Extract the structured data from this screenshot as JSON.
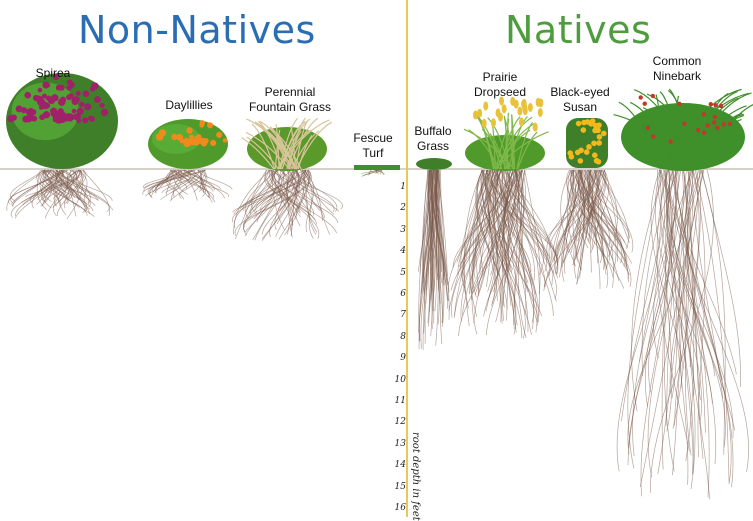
{
  "headings": {
    "left": "Non-Natives",
    "right": "Natives",
    "left_color": "#2a6db3",
    "right_color": "#4f9c3e"
  },
  "plants": [
    {
      "name": "Spirea",
      "group": "non-native",
      "flower": "magenta"
    },
    {
      "name": "Daylillies",
      "group": "non-native",
      "flower": "orange"
    },
    {
      "name": "Perennial Fountain Grass",
      "group": "non-native",
      "flower": "cream"
    },
    {
      "name": "Fescue Turf",
      "group": "non-native",
      "flower": "none"
    },
    {
      "name": "Buffalo Grass",
      "group": "native",
      "flower": "none"
    },
    {
      "name": "Prairie Dropseed",
      "group": "native",
      "flower": "yellow"
    },
    {
      "name": "Black-eyed Susan",
      "group": "native",
      "flower": "yellow"
    },
    {
      "name": "Common Ninebark",
      "group": "native",
      "flower": "red"
    }
  ],
  "labels": {
    "spirea": "Spirea",
    "daylillies": "Daylillies",
    "fountain_1": "Perennial",
    "fountain_2": "Fountain Grass",
    "fescue_1": "Fescue",
    "fescue_2": "Turf",
    "buffalo_1": "Buffalo",
    "buffalo_2": "Grass",
    "dropseed_1": "Prairie",
    "dropseed_2": "Dropseed",
    "susan_1": "Black-eyed",
    "susan_2": "Susan",
    "ninebark_1": "Common",
    "ninebark_2": "Ninebark"
  },
  "depth_axis": {
    "title": "root depth in feet",
    "ticks": [
      "1",
      "2",
      "3",
      "4",
      "5",
      "6",
      "7",
      "8",
      "9",
      "10",
      "11",
      "12",
      "13",
      "14",
      "15",
      "16"
    ]
  },
  "colors": {
    "divider": "#e7c85a",
    "ground": "#bdb6aa",
    "root": "#7a5a4a",
    "foliage": "#3f8f2a"
  }
}
